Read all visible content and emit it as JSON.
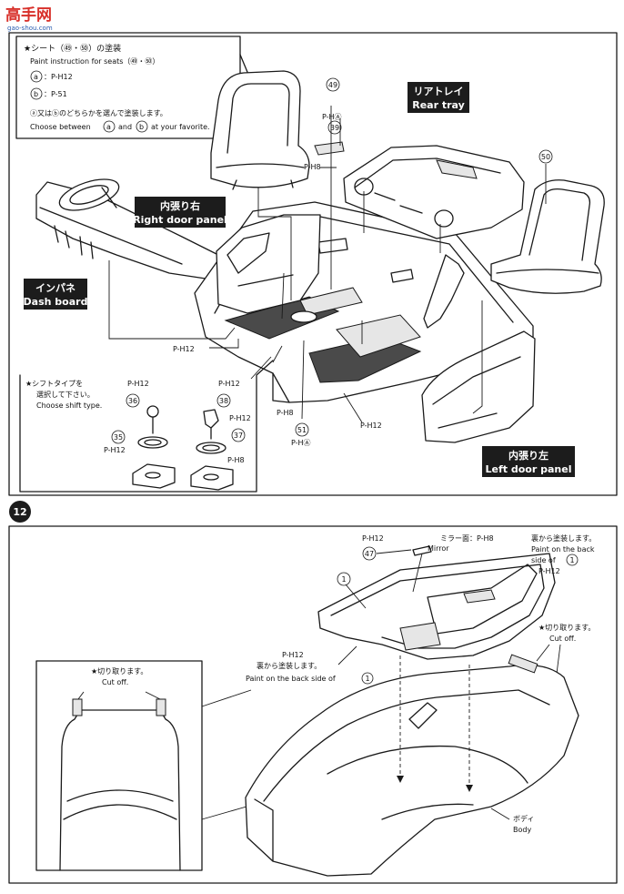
{
  "watermark": {
    "brand": "高手网",
    "url": "gao-shou.com"
  },
  "step": {
    "number": "12"
  },
  "seat_note": {
    "title_jp": "★シート（㊾・㊿）の塗装",
    "title_en": "Paint instruction for seats（㊾・㊿）",
    "option_a_letter": "a",
    "option_a_code": "：P-H12",
    "option_b_letter": "b",
    "option_b_code": "：P-51",
    "choose_jp": "ⓐ又はⓑのどちらかを選んで塗装します。",
    "choose_en_1": "Choose between",
    "choose_en_and": "and",
    "choose_en_2": "at your favorite."
  },
  "shift_note": {
    "line1": "★シフトタイプを",
    "line2": "選択して下さい。",
    "line3": "Choose shift type."
  },
  "labels": {
    "rear_tray_jp": "リアトレイ",
    "rear_tray_en": "Rear tray",
    "right_door_jp": "内張り右",
    "right_door_en": "Right door panel",
    "dash_jp": "インパネ",
    "dash_en": "Dash board",
    "left_door_jp": "内張り左",
    "left_door_en": "Left door panel"
  },
  "parts": {
    "seat_left": "49",
    "seat_right": "50",
    "p39": "39",
    "p36": "36",
    "p38": "38",
    "p35": "35",
    "p37": "37",
    "p51": "51",
    "p47": "47",
    "p1a": "1",
    "p1b": "1",
    "p1c": "1"
  },
  "paint": {
    "ph_a": "P-HⒶ",
    "ph_8_tray": "P-H8",
    "ph_12_floor": "P-H12",
    "ph_8_floor": "P-H8",
    "ph_12_box": "P-H12",
    "ph_a_51": "P-HⒶ",
    "ph_12_36": "P-H12",
    "ph_12_38": "P-H12",
    "ph_12_37": "P-H12",
    "ph_12_35": "P-H12",
    "ph_8_37": "P-H8",
    "ph_12_mirror": "P-H12",
    "mirror_face": "ミラー面：P-H8",
    "ph_12_back": "P-H12",
    "ph_12_back2": "P-H12"
  },
  "step12": {
    "mirror_en": "Mirror",
    "back_paint_jp": "裏から塗装します。",
    "back_paint_en1": "Paint on the back",
    "back_paint_en2": "side of",
    "back_paint2_jp": "裏から塗装します。",
    "back_paint2_en": "Paint on the back side of",
    "cut_jp": "★切り取ります。",
    "cut_en": "Cut off.",
    "cut2_jp": "★切り取ります。",
    "cut2_en": "Cut off.",
    "body_jp": "ボディ",
    "body_en": "Body"
  },
  "colors": {
    "ink": "#1a1a1a",
    "label_bg": "#1c1c1c",
    "label_text": "#ffffff",
    "shade": "#4a4a4a",
    "watermark_red": "#d8302a",
    "watermark_blue": "#2a5db0"
  }
}
